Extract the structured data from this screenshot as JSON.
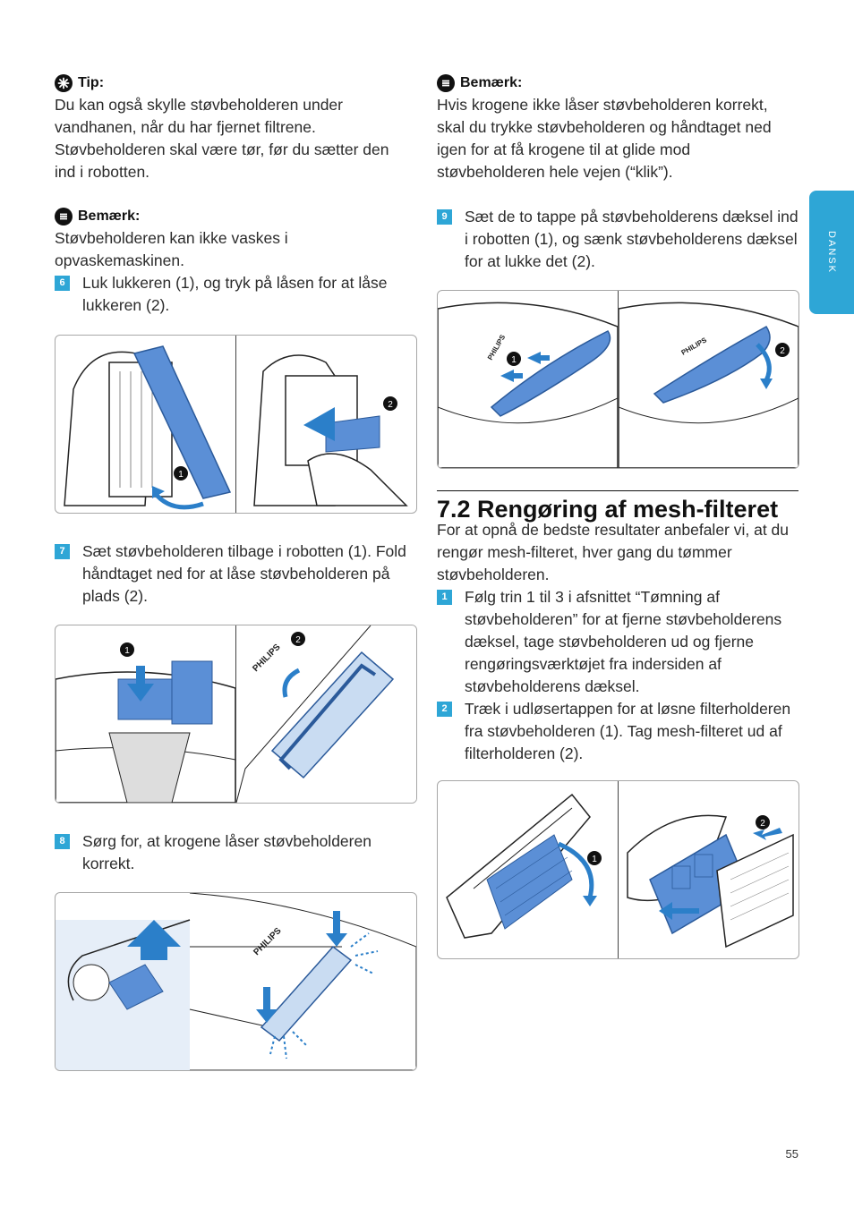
{
  "side_tab": "DANSK",
  "page_number": "55",
  "left": {
    "tip": {
      "heading": "Tip:",
      "text": "Du kan også skylle støvbeholderen under vandhanen, når du har fjernet filtrene. Støvbeholderen skal være tør, før du sætter den ind i robotten."
    },
    "note": {
      "heading": "Bemærk:",
      "text": "Støvbeholderen kan ikke vaskes i opvaskemaskinen."
    },
    "step6": {
      "num": "6",
      "text": "Luk lukkeren (1), og tryk på låsen for at låse lukkeren (2)."
    },
    "step7": {
      "num": "7",
      "text": "Sæt støvbeholderen tilbage i robotten (1). Fold håndtaget ned for at låse støvbeholderen på plads (2)."
    },
    "step8": {
      "num": "8",
      "text": "Sørg for, at krogene låser støvbeholderen korrekt."
    }
  },
  "right": {
    "note": {
      "heading": "Bemærk:",
      "text": "Hvis krogene ikke låser støvbeholderen korrekt, skal du trykke støvbeholderen og håndtaget ned igen for at få krogene til at glide mod støvbeholderen hele vejen (“klik”)."
    },
    "step9": {
      "num": "9",
      "text": "Sæt de to tappe på støvbeholderens dæksel ind i robotten (1), og sænk støvbeholderens dæksel for at lukke det (2)."
    },
    "section_title": "7.2  Rengøring af mesh-filteret",
    "intro": "For at opnå de bedste resultater anbefaler vi, at du rengør mesh-filteret, hver gang du tømmer støvbeholderen.",
    "step1": {
      "num": "1",
      "text": "Følg trin 1 til 3 i afsnittet “Tømning af støvbeholderen” for at fjerne støvbeholderens dæksel, tage støvbeholderen ud og fjerne rengøringsværktøjet fra indersiden af støvbeholderens dæksel."
    },
    "step2": {
      "num": "2",
      "text": "Træk i udløsertappen for at løsne filterholderen fra støvbeholderen (1). Tag mesh-filteret ud af filterholderen (2)."
    }
  },
  "figure_labels": {
    "one": "1",
    "two": "2",
    "brand": "PHILIPS"
  },
  "colors": {
    "accent": "#2ea6d6",
    "illustration_blue": "#5b8fd6"
  }
}
